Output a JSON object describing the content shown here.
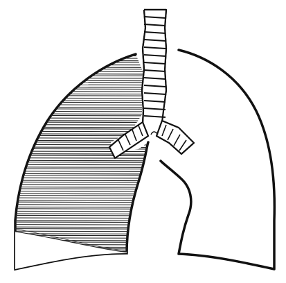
{
  "figure": {
    "subject": "lungs-with-trachea-and-bronchi",
    "text_labels": []
  },
  "colors": {
    "ink": "#111111",
    "paper": "#ffffff"
  },
  "regions": {
    "left_lung": {
      "shading": "horizontal-hatching",
      "extent": "upper-and-middle"
    },
    "right_lung": {
      "shading": "none"
    }
  }
}
